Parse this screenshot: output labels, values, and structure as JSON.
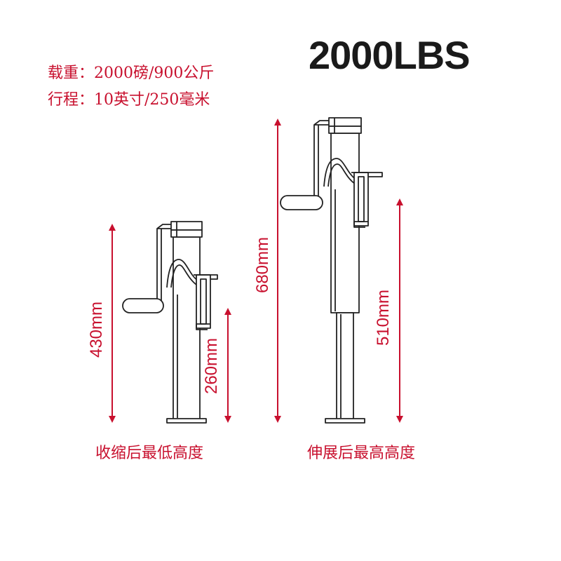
{
  "specs": {
    "load": "载重：2000磅/900公斤",
    "travel": "行程：10英寸/250毫米"
  },
  "capacity_label": "2000LBS",
  "captions": {
    "retracted": "收缩后最低高度",
    "extended": "伸展后最高高度"
  },
  "dimensions": {
    "retracted_total": "430mm",
    "retracted_bracket": "260mm",
    "extended_total": "680mm",
    "extended_bracket": "510mm"
  },
  "colors": {
    "accent": "#c8102e",
    "line": "#222222"
  },
  "icons": {
    "jack": "trailer-jack-line-drawing",
    "arrow": "double-headed-dimension-arrow"
  }
}
